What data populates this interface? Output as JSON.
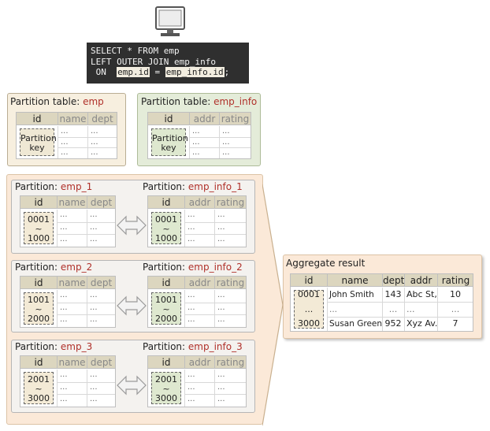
{
  "sql": {
    "line1": "SELECT * FROM emp",
    "line2": "LEFT OUTER JOIN emp_info",
    "line3_prefix": " ON  ",
    "cond_left": "emp.id",
    "cond_eq": " = ",
    "cond_right": "emp_info.id",
    "line3_suffix": ";"
  },
  "partition_tables": [
    {
      "title_prefix": "Partition table: ",
      "name": "emp",
      "headers": [
        "id",
        "name",
        "dept"
      ],
      "key_label": "Partition\nkey",
      "dots": "..."
    },
    {
      "title_prefix": "Partition table: ",
      "name": "emp_info",
      "headers": [
        "id",
        "addr",
        "rating"
      ],
      "key_label": "Partition\nkey",
      "dots": "..."
    }
  ],
  "partitions": [
    {
      "left": {
        "title_prefix": "Partition: ",
        "name": "emp_1",
        "headers": [
          "id",
          "name",
          "dept"
        ],
        "range": [
          "0001",
          "~",
          "1000"
        ]
      },
      "right": {
        "title_prefix": "Partition: ",
        "name": "emp_info_1",
        "headers": [
          "id",
          "addr",
          "rating"
        ],
        "range": [
          "0001",
          "~",
          "1000"
        ]
      }
    },
    {
      "left": {
        "title_prefix": "Partition: ",
        "name": "emp_2",
        "headers": [
          "id",
          "name",
          "dept"
        ],
        "range": [
          "1001",
          "~",
          "2000"
        ]
      },
      "right": {
        "title_prefix": "Partition: ",
        "name": "emp_info_2",
        "headers": [
          "id",
          "addr",
          "rating"
        ],
        "range": [
          "1001",
          "~",
          "2000"
        ]
      }
    },
    {
      "left": {
        "title_prefix": "Partition: ",
        "name": "emp_3",
        "headers": [
          "id",
          "name",
          "dept"
        ],
        "range": [
          "2001",
          "~",
          "3000"
        ]
      },
      "right": {
        "title_prefix": "Partition: ",
        "name": "emp_info_3",
        "headers": [
          "id",
          "addr",
          "rating"
        ],
        "range": [
          "2001",
          "~",
          "3000"
        ]
      }
    }
  ],
  "aggregate": {
    "title": "Aggregate result",
    "headers": [
      "id",
      "name",
      "dept",
      "addr",
      "rating"
    ],
    "rows": [
      [
        "0001",
        "John Smith",
        "143",
        "Abc St,",
        "10"
      ],
      [
        "...",
        "...",
        "...",
        "...",
        "..."
      ],
      [
        "3000",
        "Susan Green",
        "952",
        "Xyz Av.",
        "7"
      ]
    ]
  },
  "dots": "..."
}
